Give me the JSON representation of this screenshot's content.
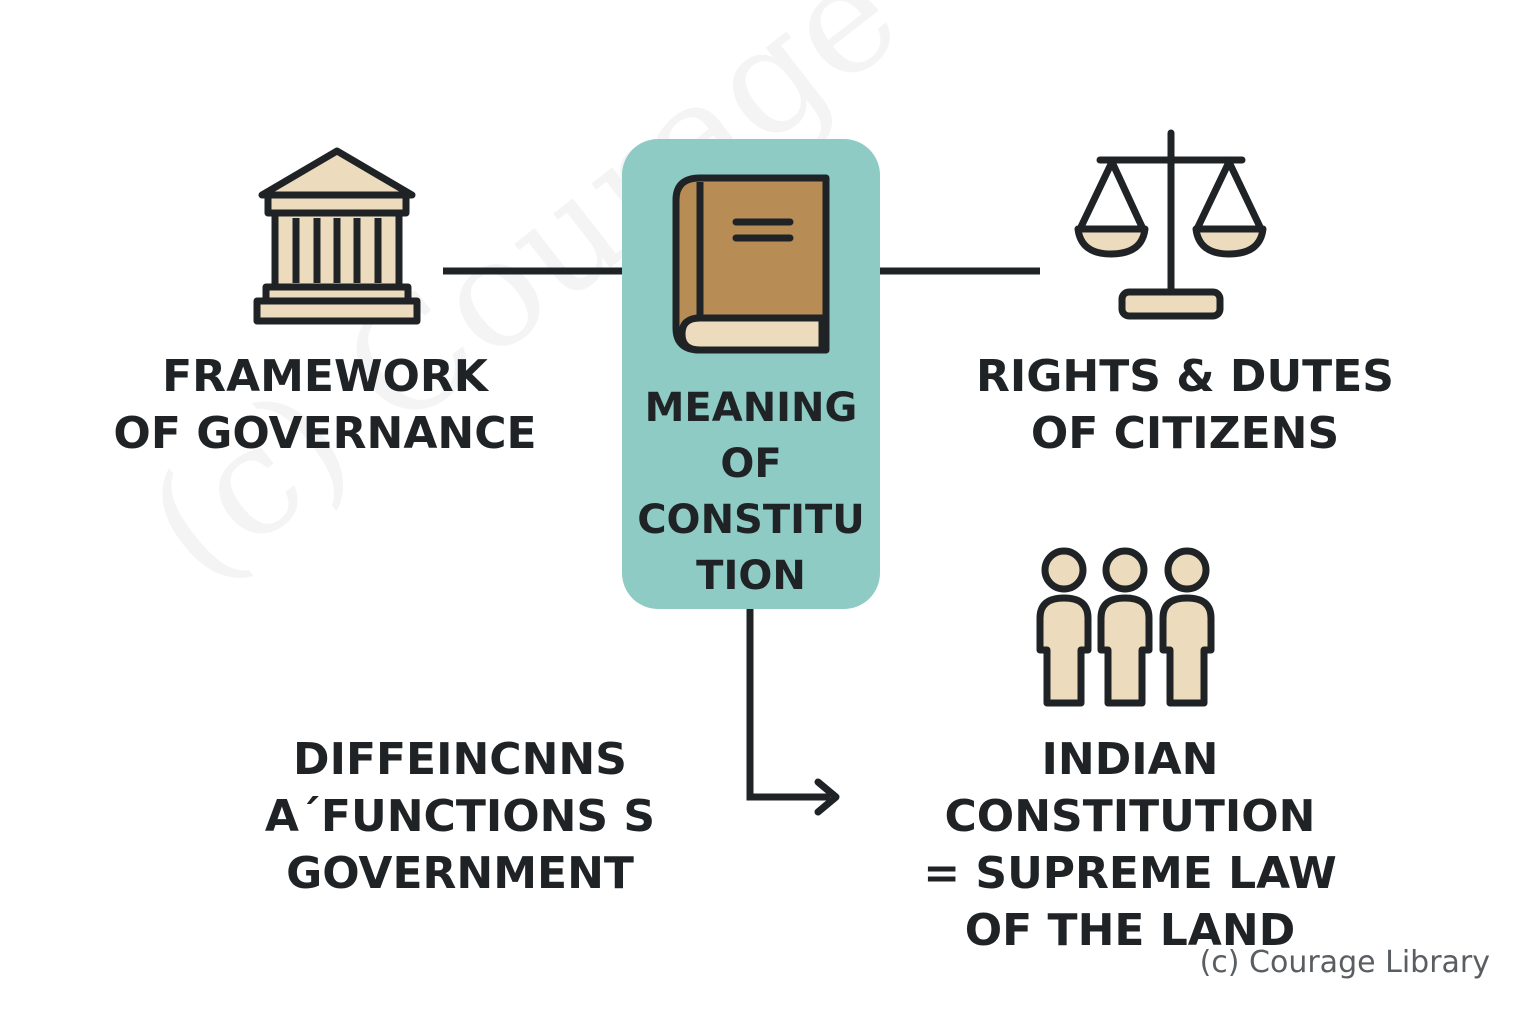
{
  "watermark_text": "(c) Courage Library",
  "credit_text": "(c) Courage Library",
  "colors": {
    "center_box": "#8ecbc4",
    "book_cover": "#b88c55",
    "icon_fill": "#eddbbe",
    "stroke": "#1f2326"
  },
  "nodes": {
    "center": {
      "label": "MEANING\nOF\nCONSTITU\nTION",
      "icon": "book-icon"
    },
    "framework": {
      "label": "FRAMEWORK\nOF GOVERNANCE",
      "icon": "government-building-icon"
    },
    "rights": {
      "label": "RIGHTS & DUTES\nOF CITIZENS",
      "icon": "scales-of-justice-icon"
    },
    "functions": {
      "label": "DIFFEINCNNS\nA´FUNCTIONS S\nGOVERNMENT"
    },
    "supreme": {
      "label": "INDIAN CONSTITUTION\n= SUPREME LAW\nOF THE LAND",
      "icon": "people-group-icon"
    }
  }
}
